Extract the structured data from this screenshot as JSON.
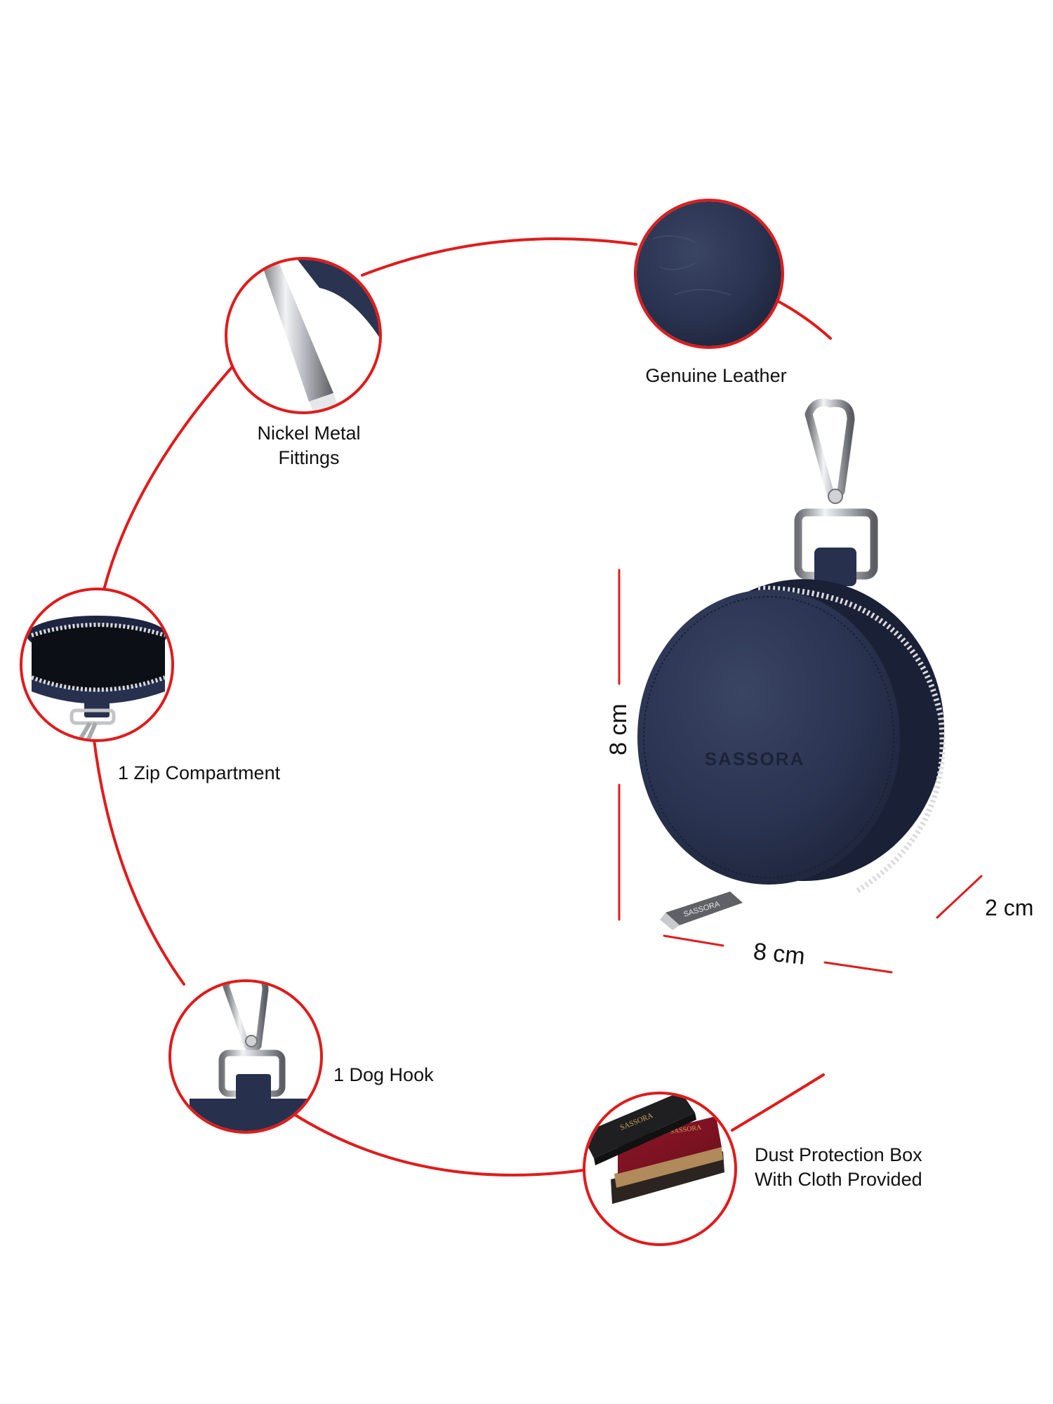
{
  "page": {
    "background": "#ffffff",
    "accent_color": "#e01b1b",
    "leather_color": "#27304d",
    "metal_color": "#c9ccd1"
  },
  "features": [
    {
      "id": "genuine-leather",
      "lines": [
        "Genuine Leather"
      ],
      "icon": "leather-swatch-icon"
    },
    {
      "id": "nickel-metal",
      "lines": [
        "Nickel Metal",
        "Fittings"
      ],
      "icon": "metal-fitting-icon"
    },
    {
      "id": "zip-compartment",
      "lines": [
        "1 Zip Compartment"
      ],
      "icon": "open-zip-pouch-icon"
    },
    {
      "id": "dog-hook",
      "lines": [
        "1 Dog Hook"
      ],
      "icon": "dog-hook-clasp-icon"
    },
    {
      "id": "dust-box",
      "lines": [
        "Dust Protection Box",
        "With Cloth Provided"
      ],
      "icon": "gift-box-icon"
    }
  ],
  "product": {
    "brand_emboss": "SASSORA",
    "box_brand": "SASSORA",
    "zip_pull_text": "SASSORA"
  },
  "dimensions": {
    "height": "8 cm",
    "width": "8 cm",
    "depth": "2 cm"
  }
}
